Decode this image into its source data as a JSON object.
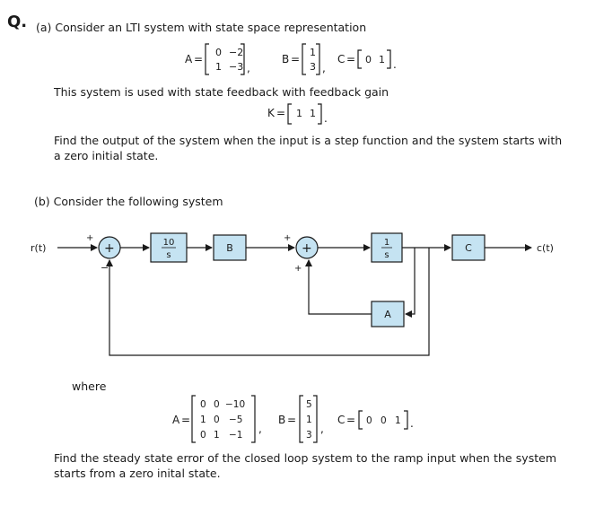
{
  "question": {
    "label": "Q.",
    "part_a": {
      "intro": "(a) Consider an LTI system with state space representation",
      "A": {
        "name": "A",
        "rows": [
          [
            "0",
            "−2"
          ],
          [
            "1",
            "−3"
          ]
        ]
      },
      "B": {
        "name": "B",
        "rows": [
          [
            "1"
          ],
          [
            "3"
          ]
        ]
      },
      "C": {
        "name": "C",
        "rows": [
          [
            "0",
            "1"
          ]
        ]
      },
      "feedback_text": "This system is used with state feedback with feedback gain",
      "K": {
        "name": "K",
        "rows": [
          [
            "1",
            "1"
          ]
        ]
      },
      "task": "Find the output of the system when the input is a step function and the system starts with a zero initial state."
    },
    "part_b": {
      "intro": "(b) Consider the following system",
      "diagram": {
        "input_label": "r(t)",
        "output_label": "c(t)",
        "block_integrator_gain_num": "10",
        "block_integrator_gain_den": "s",
        "block_B": "B",
        "block_int_num": "1",
        "block_int_den": "s",
        "block_C": "C",
        "block_A": "A",
        "sum1_plus": "+",
        "sum1_minus": "−",
        "sum2_plus_left": "+",
        "sum2_plus_bottom": "+"
      },
      "where": "where",
      "A": {
        "name": "A",
        "rows": [
          [
            "0",
            "0",
            "−10"
          ],
          [
            "1",
            "0",
            "−5"
          ],
          [
            "0",
            "1",
            "−1"
          ]
        ]
      },
      "B": {
        "name": "B",
        "rows": [
          [
            "5"
          ],
          [
            "1"
          ],
          [
            "3"
          ]
        ]
      },
      "C": {
        "name": "C",
        "rows": [
          [
            "0",
            "0",
            "1"
          ]
        ]
      },
      "task": "Find the steady state error of the closed loop system to the ramp input when the system starts from a zero inital state."
    }
  }
}
